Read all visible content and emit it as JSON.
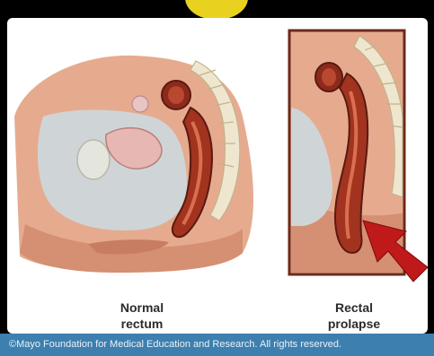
{
  "labels": {
    "left_line1": "Normal",
    "left_line2": "rectum",
    "right_line1": "Rectal",
    "right_line2": "prolapse"
  },
  "copyright": "©Mayo Foundation for Medical Education and Research. All rights reserved.",
  "colors": {
    "background": "#000000",
    "panel": "#ffffff",
    "banner": "#e9d21f",
    "footer": "#3d7fae",
    "arrow": "#c0191a",
    "frame": "#6b2a1a",
    "skin": "#e3a58a"
  }
}
